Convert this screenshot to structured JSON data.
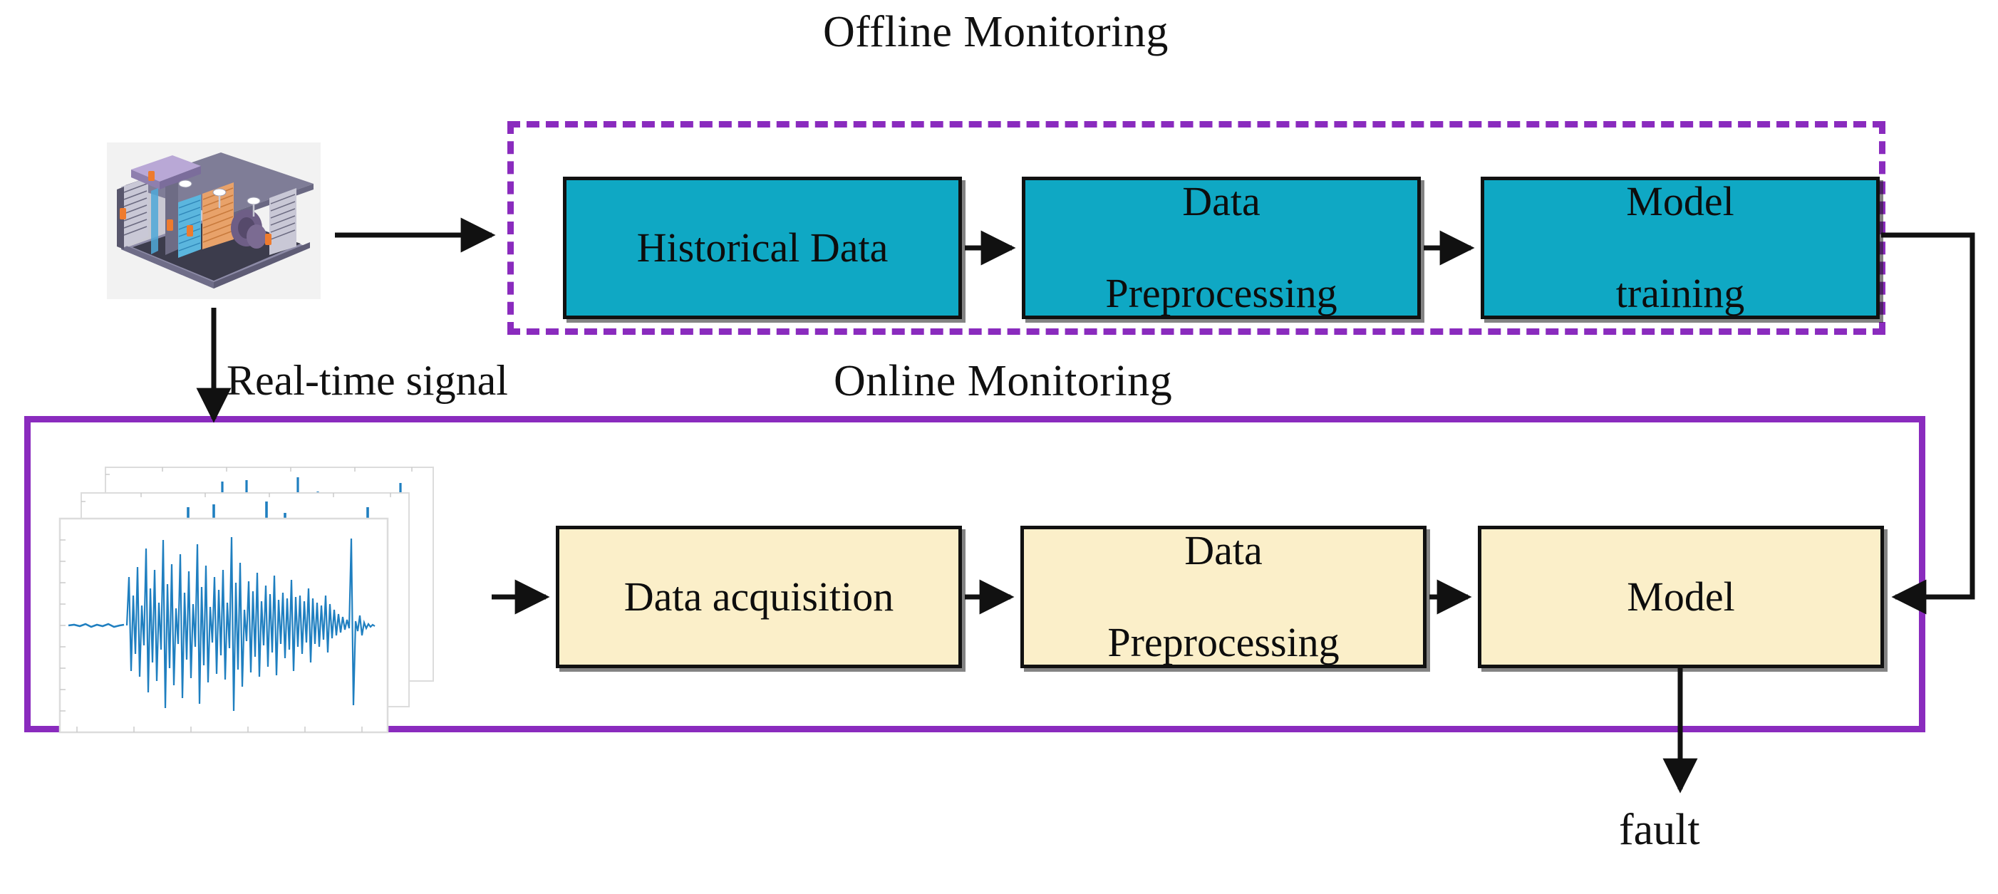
{
  "diagram": {
    "title_offline": "Offline Monitoring",
    "title_online": "Online Monitoring",
    "labels": {
      "realtime_signal": "Real-time signal",
      "fault": "fault"
    },
    "colors": {
      "teal_box_fill": "#0FA8C4",
      "cream_box_fill": "#FBEFC9",
      "purple_frame": "#8A2BBE",
      "box_border": "#111111",
      "connector": "#111111",
      "waveform": "#1F7FC0",
      "plot_frame": "#D8D8D8"
    },
    "offline": {
      "frame_style": "dashed",
      "boxes": [
        {
          "id": "historical-data",
          "label": "Historical Data",
          "lines": [
            "Historical Data"
          ],
          "fill": "#0FA8C4"
        },
        {
          "id": "data-preprocessing",
          "label": "Data Preprocessing",
          "lines": [
            "Data",
            "Preprocessing"
          ],
          "fill": "#0FA8C4"
        },
        {
          "id": "model-training",
          "label": "Model training",
          "lines": [
            "Model",
            "training"
          ],
          "fill": "#0FA8C4"
        }
      ]
    },
    "online": {
      "frame_style": "solid",
      "boxes": [
        {
          "id": "data-acquisition",
          "label": "Data acquisition",
          "lines": [
            "Data acquisition"
          ],
          "fill": "#FBEFC9"
        },
        {
          "id": "data-preprocessing",
          "label": "Data Preprocessing",
          "lines": [
            "Data",
            "Preprocessing"
          ],
          "fill": "#FBEFC9"
        },
        {
          "id": "model",
          "label": "Model",
          "lines": [
            "Model"
          ],
          "fill": "#FBEFC9"
        }
      ]
    },
    "equipment": {
      "icon_name": "air-handling-unit-3d-illustration",
      "description": "Isometric cutaway of an air handling unit with coils and fan"
    },
    "signal_plots": {
      "icon_name": "stacked-vibration-signal-plots",
      "count": 3,
      "description": "Three stacked time-series plots; front plot shows a dense vibration waveform"
    },
    "connectors": [
      {
        "id": "equipment-to-historical-data",
        "from": "equipment",
        "to": "historical-data",
        "direction": "right"
      },
      {
        "id": "historical-data-to-preprocessing",
        "from": "historical-data",
        "to": "data-preprocessing",
        "direction": "right"
      },
      {
        "id": "preprocessing-to-model-training",
        "from": "data-preprocessing",
        "to": "model-training",
        "direction": "right"
      },
      {
        "id": "equipment-to-online",
        "from": "equipment",
        "to": "online-monitoring",
        "direction": "down",
        "label": "Real-time signal"
      },
      {
        "id": "signal-to-data-acquisition",
        "from": "signal-plots",
        "to": "data-acquisition",
        "direction": "right"
      },
      {
        "id": "acquisition-to-preprocessing",
        "from": "data-acquisition",
        "to": "data-preprocessing",
        "direction": "right"
      },
      {
        "id": "preprocessing-to-model",
        "from": "data-preprocessing",
        "to": "model",
        "direction": "right"
      },
      {
        "id": "model-training-to-model",
        "from": "model-training",
        "to": "model",
        "direction": "feedback-right-down-left"
      },
      {
        "id": "model-to-fault",
        "from": "model",
        "to": "fault",
        "direction": "down",
        "label": "fault"
      }
    ]
  }
}
